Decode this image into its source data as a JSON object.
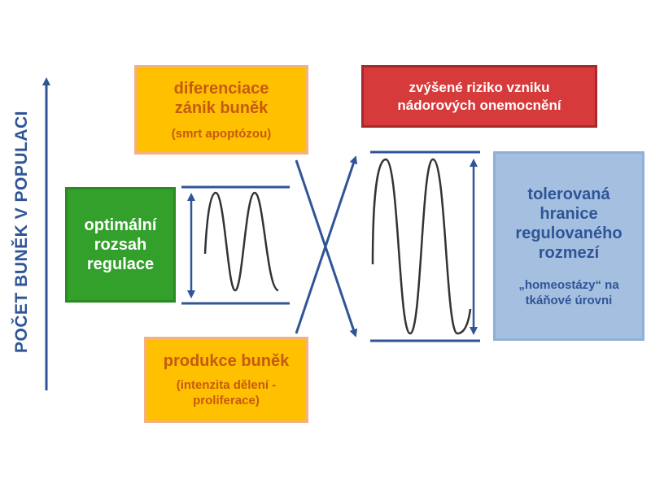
{
  "yaxis_label": "POČET BUNĚK V POPULACI",
  "boxes": {
    "differentiation": {
      "line1": "diferenciace",
      "line2": "zánik buněk",
      "note": "(smrt apoptózou)"
    },
    "optimal": {
      "line1": "optimální",
      "line2": "rozsah",
      "line3": "regulace"
    },
    "production": {
      "line1": "produkce buněk",
      "note1": "(intenzita dělení -",
      "note2": "proliferace)"
    },
    "risk": {
      "line1": "zvýšené riziko vzniku",
      "line2": "nádorových onemocnění"
    },
    "tolerated": {
      "line1": "tolerovaná",
      "line2": "hranice",
      "line3": "regulovaného",
      "line4": "rozmezí",
      "note1": "„homeostázy“ na",
      "note2": "tkáňové úrovni"
    }
  },
  "colors": {
    "axis": "#2f5597",
    "orange_fill": "#ffc000",
    "orange_text": "#c55a11",
    "green_fill": "#33a02c",
    "red_fill": "#d73a3a",
    "blue_fill": "#a4bfe0",
    "wave": "#333333"
  }
}
